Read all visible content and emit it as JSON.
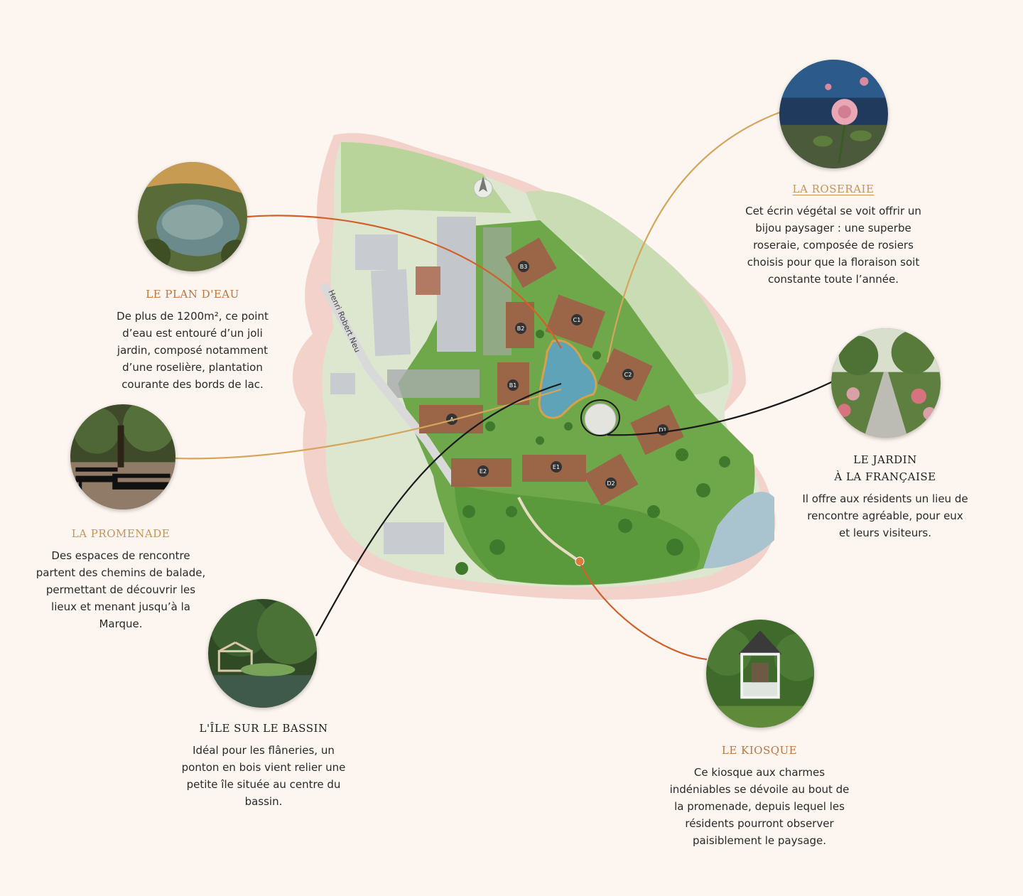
{
  "map": {
    "street_label": "Henri Robert Neu",
    "buildings": [
      "B3",
      "B2",
      "B1",
      "C1",
      "C2",
      "A",
      "E2",
      "E1",
      "D2",
      "D1"
    ]
  },
  "points": {
    "plan_eau": {
      "title": "LE PLAN D'EAU",
      "desc": "De plus de 1200m², ce point d’eau est entouré d’un joli jardin, composé notamment d’une roselière, plantation courante des bords de lac.",
      "icon": "lake-photo"
    },
    "promenade": {
      "title": "LA PROMENADE",
      "desc": "Des espaces de rencontre partent des chemins de balade, permettant de découvrir les lieux et menant jusqu’à la Marque.",
      "icon": "bench-photo"
    },
    "ile": {
      "title": "L'ÎLE SUR LE BASSIN",
      "desc": "Idéal pour les flâneries, un ponton en bois vient relier une petite île située au centre du bassin.",
      "icon": "bridge-photo"
    },
    "roseraie": {
      "title": "LA ROSERAIE",
      "desc": "Cet écrin végétal se voit offrir un bijou paysager : une superbe roseraie, composée de rosiers choisis pour que la floraison soit constante toute l’année.",
      "icon": "rose-photo"
    },
    "jardin": {
      "title_line1": "LE JARDIN",
      "title_line2": "À LA FRANÇAISE",
      "desc": "Il offre aux résidents un lieu de rencontre agréable, pour eux et leurs visiteurs.",
      "icon": "garden-path-photo"
    },
    "kiosque": {
      "title": "LE KIOSQUE",
      "desc": "Ce kiosque aux charmes indéniables se dévoile au bout de la promenade, depuis lequel les résidents pourront observer paisiblement le paysage.",
      "icon": "gazebo-photo"
    }
  },
  "colors": {
    "background": "#fdf5ef",
    "orange_line": "#d2602a",
    "gold_line": "#d6a55c",
    "black_line": "#1a1a1a",
    "title_orange": "#c4743c",
    "title_gold": "#c8945a"
  }
}
